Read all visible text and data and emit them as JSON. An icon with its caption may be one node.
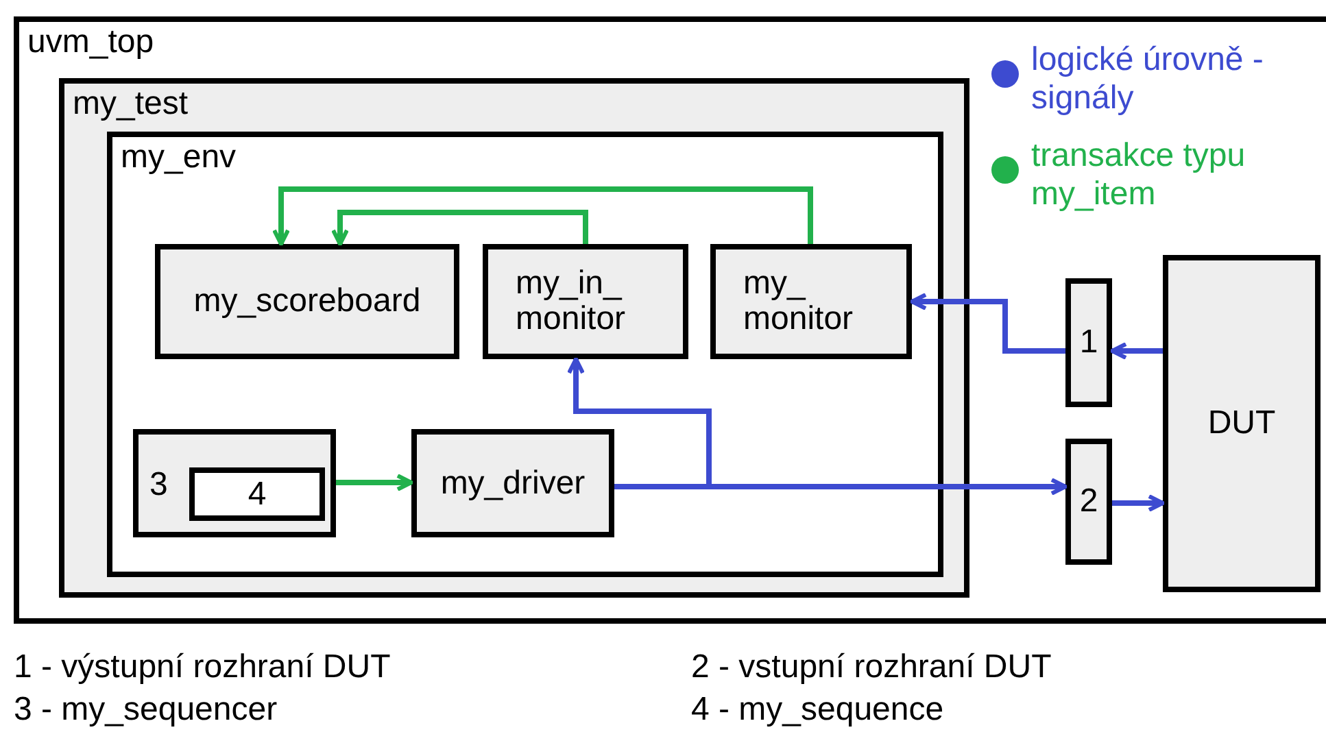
{
  "diagram": {
    "nodes": [
      {
        "text": [
          "uvm_top"
        ]
      },
      {
        "text": [
          "my_test"
        ],
        "in": 0
      },
      {
        "text": [
          "my_env"
        ],
        "in": 1
      },
      {
        "text": [
          "my_scoreboard"
        ],
        "in": 2
      },
      {
        "text": [
          "my_in_ monitor"
        ],
        "in": 2
      },
      {
        "text": [
          "my_ monitor"
        ],
        "in": 2
      },
      {
        "text": [
          "3"
        ],
        "in": 2
      },
      {
        "text": [
          "4"
        ],
        "in": 6
      },
      {
        "text": [
          "my_driver"
        ],
        "in": 2
      },
      {
        "text": [
          "1"
        ],
        "in": 0
      },
      {
        "text": [
          "2"
        ],
        "in": 0
      },
      {
        "text": [
          "DUT"
        ],
        "in": 0
      }
    ],
    "edges": [
      {
        "from": 5,
        "to": 3,
        "arrow": "to",
        "color": "#22b14c"
      },
      {
        "from": 4,
        "to": 3,
        "arrow": "to",
        "color": "#22b14c"
      },
      {
        "from": 6,
        "to": 8,
        "arrow": "to",
        "color": "#22b14c"
      },
      {
        "from": 8,
        "to": 4,
        "arrow": "to"
      },
      {
        "from": 8,
        "to": 10,
        "arrow": "to"
      },
      {
        "from": 9,
        "to": 5,
        "arrow": "to"
      },
      {
        "from": 11,
        "to": 9,
        "arrow": "to"
      },
      {
        "from": 10,
        "to": 11,
        "arrow": "to"
      }
    ],
    "labels": [
      "1 - výstupní rozhraní DUT",
      "2 - vstupní rozhraní DUT",
      "3 - my_sequencer",
      "4 - my_sequence"
    ],
    "legend": [
      {
        "text": "logické úrovně - signály",
        "color": "#3d4bd0"
      },
      {
        "text": "transakce typu my_item",
        "color": "#22b14c"
      }
    ]
  }
}
